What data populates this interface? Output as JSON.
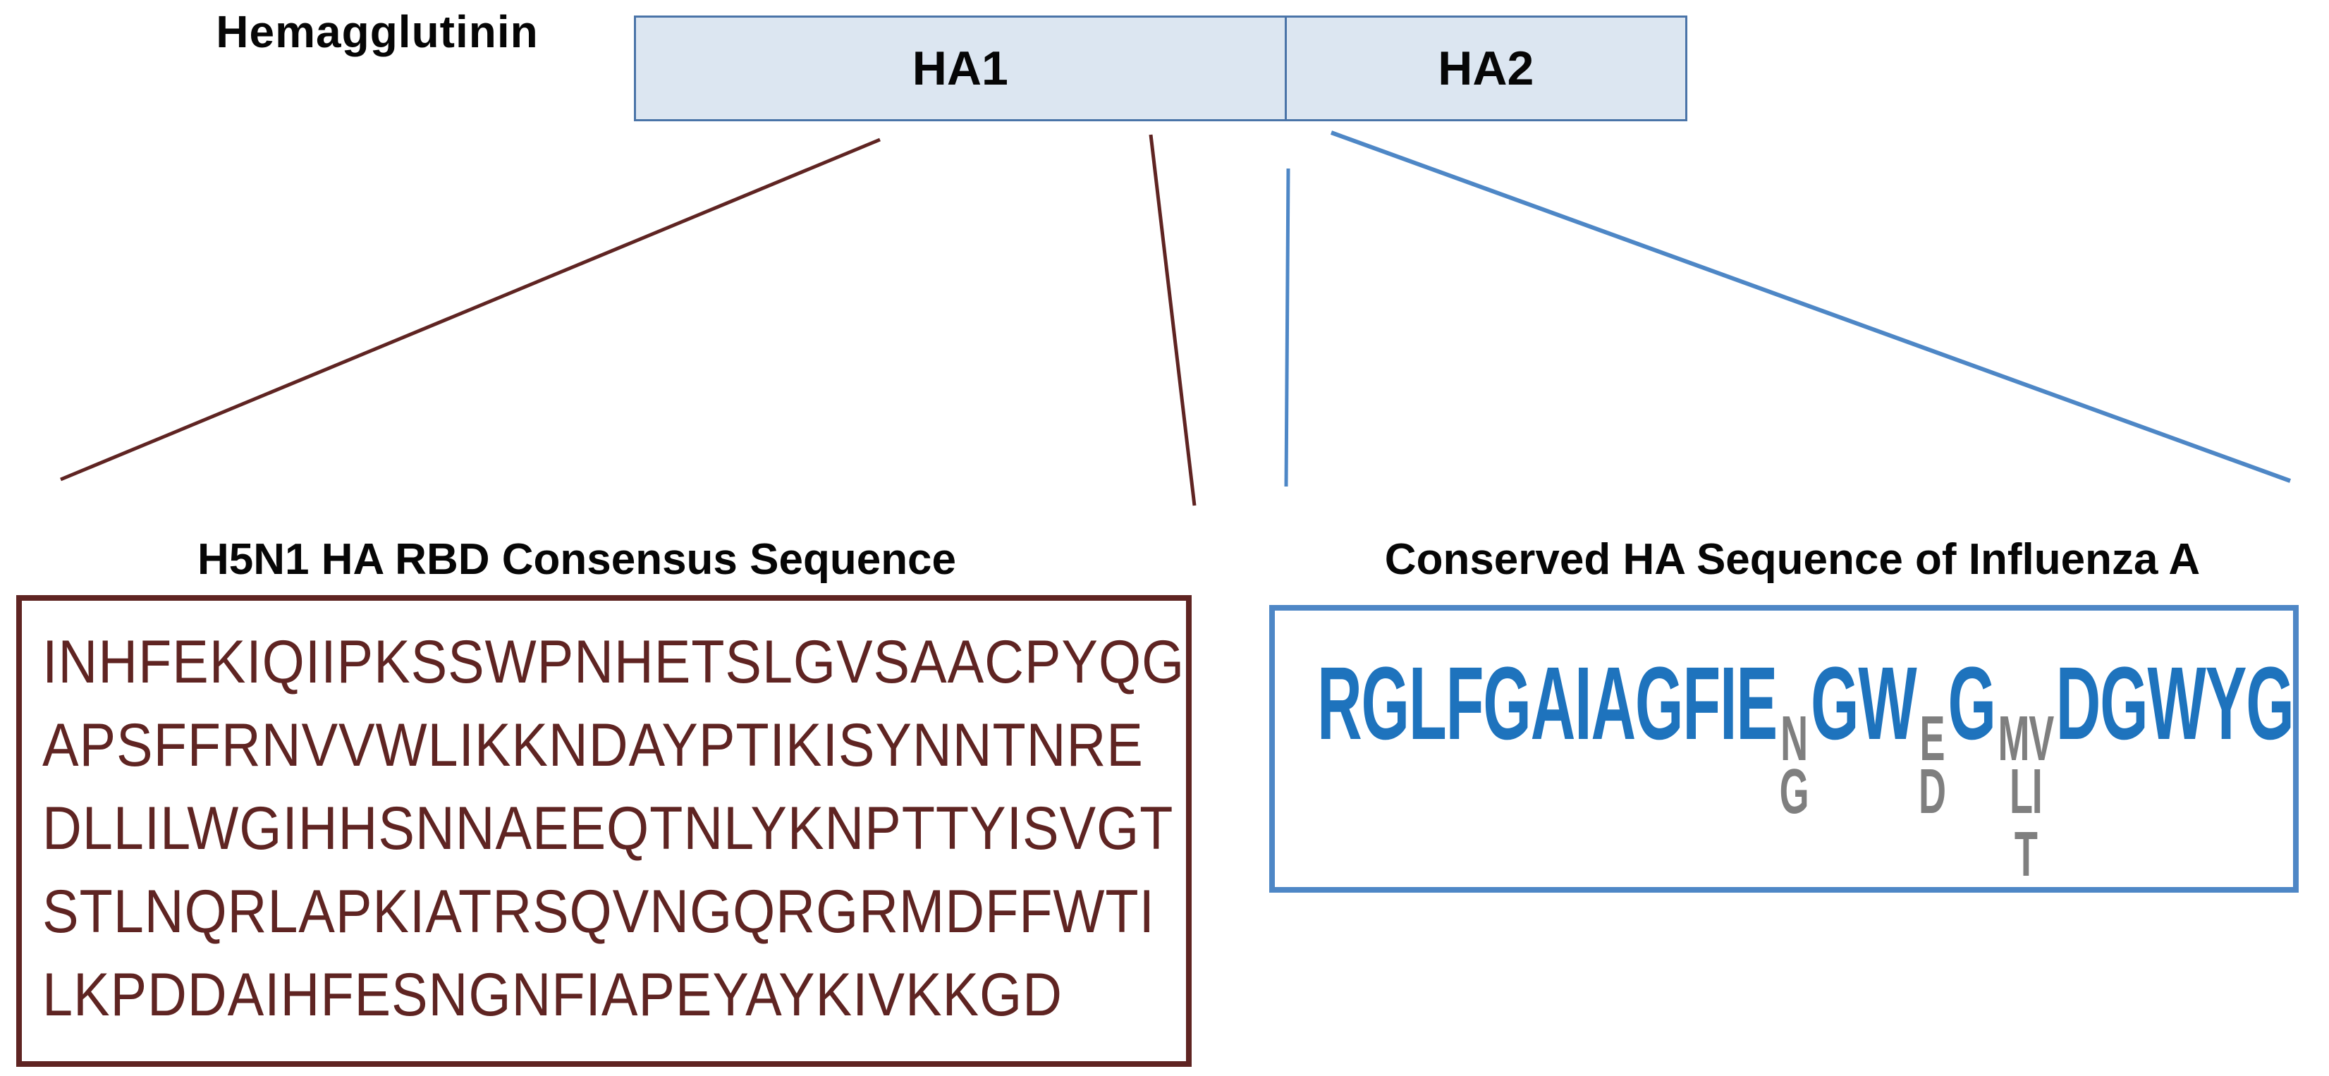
{
  "colors": {
    "maroon": "#5f2422",
    "blue_connector": "#4e87c6",
    "blue_text": "#1e73bd",
    "variant_gray": "#7f7f7f",
    "domain_fill": "#dce6f1",
    "domain_border": "#4a74a8"
  },
  "header": {
    "protein_label": "Hemagglutinin",
    "domains": [
      {
        "label": "HA1"
      },
      {
        "label": "HA2"
      }
    ]
  },
  "left_panel": {
    "title": "H5N1 HA RBD Consensus Sequence",
    "sequence_lines": [
      "INHFEKIQIIPKSSWPNHETSLGVSAACPYQG",
      "APSFFRNVVWLIKKNDAYPTIKISYNNTNRE",
      "DLLILWGIHHSNNAEEQTNLYKNPTTYISVGT",
      "STLNQRLAPKIATRSQVNGQRGRMDFFWTI",
      "LKPDDAIHFESNGNFIAPEYAYKIVKKGD"
    ]
  },
  "right_panel": {
    "title": "Conserved HA Sequence of Influenza A",
    "sequence_segments": [
      {
        "type": "main",
        "text": "RGLFGAIAGFIE"
      },
      {
        "type": "variants",
        "rows": [
          "N",
          "G"
        ]
      },
      {
        "type": "main",
        "text": "GW"
      },
      {
        "type": "variants",
        "rows": [
          "E",
          "D"
        ]
      },
      {
        "type": "main",
        "text": "G"
      },
      {
        "type": "variants",
        "rows": [
          "MV",
          "LI",
          "T"
        ]
      },
      {
        "type": "main",
        "text": "DGWYG"
      }
    ]
  }
}
